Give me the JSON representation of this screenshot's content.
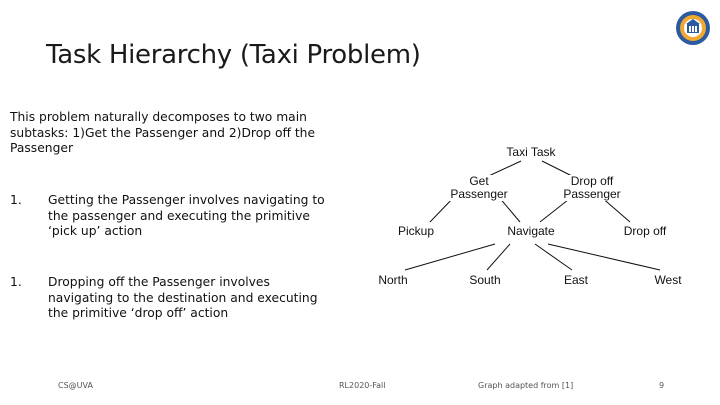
{
  "slide": {
    "title": "Task Hierarchy (Taxi Problem)",
    "intro": "This problem naturally decomposes to two main subtasks: 1)Get the Passenger and 2)Drop off the Passenger",
    "bullets": [
      {
        "number": "1.",
        "text": "Getting the Passenger involves navigating to the passenger and executing the primitive ‘pick up’ action"
      },
      {
        "number": "1.",
        "text": "Dropping off the Passenger involves navigating to the destination and executing the primitive ‘drop off’ action"
      }
    ]
  },
  "hierarchy": {
    "root": "Taxi Task",
    "level1": {
      "get": "Get Passenger",
      "drop": "Drop off Passenger"
    },
    "level2": {
      "pickup": "Pickup",
      "navigate": "Navigate",
      "dropoff": "Drop off"
    },
    "level3": {
      "north": "North",
      "south": "South",
      "east": "East",
      "west": "West"
    }
  },
  "footer": {
    "left": "CS@UVA",
    "course": "RL2020-Fall",
    "credit": "Graph adapted from [1]",
    "page": "9"
  },
  "colors": {
    "logo_ring": "#2c5aa0",
    "logo_fill": "#f0a830"
  },
  "icons": {
    "logo": "university-seal-icon"
  }
}
